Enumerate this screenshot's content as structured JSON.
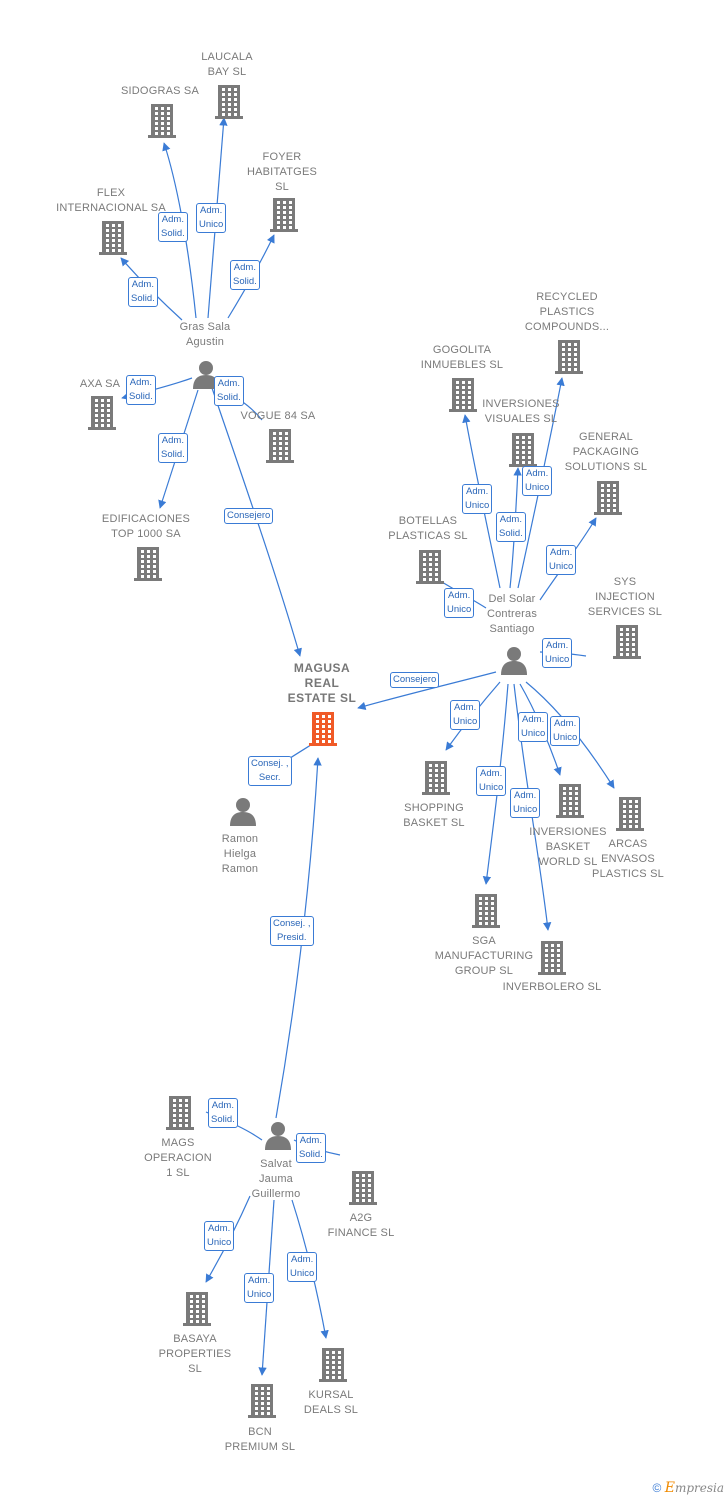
{
  "nodes": [
    {
      "id": "sidogras",
      "label": "SIDOGRAS SA"
    },
    {
      "id": "laucala",
      "label": "LAUCALA\nBAY  SL"
    },
    {
      "id": "foyer",
      "label": "FOYER\nHABITATGES\nSL"
    },
    {
      "id": "flex",
      "label": "FLEX\nINTERNACIONAL SA"
    },
    {
      "id": "gras",
      "label": "Gras Sala\nAgustin"
    },
    {
      "id": "axa",
      "label": "AXA SA"
    },
    {
      "id": "vogue",
      "label": "VOGUE 84 SA"
    },
    {
      "id": "edificaciones",
      "label": "EDIFICACIONES\nTOP 1000 SA"
    },
    {
      "id": "recycled",
      "label": "RECYCLED\nPLASTICS\nCOMPOUNDS..."
    },
    {
      "id": "gogolita",
      "label": "GOGOLITA\nINMUEBLES  SL"
    },
    {
      "id": "invvisuales",
      "label": "INVERSIONES\nVISUALES  SL"
    },
    {
      "id": "general",
      "label": "GENERAL\nPACKAGING\nSOLUTIONS  SL"
    },
    {
      "id": "botellas",
      "label": "BOTELLAS\nPLASTICAS SL"
    },
    {
      "id": "delsolar",
      "label": "Del Solar\nContreras\nSantiago"
    },
    {
      "id": "sys",
      "label": "SYS\nINJECTION\nSERVICES  SL"
    },
    {
      "id": "magusa",
      "label": "MAGUSA\nREAL\nESTATE  SL"
    },
    {
      "id": "ramon",
      "label": "Ramon\nHielga\nRamon"
    },
    {
      "id": "shopping",
      "label": "SHOPPING\nBASKET SL"
    },
    {
      "id": "invbasket",
      "label": "INVERSIONES\nBASKET\nWORLD  SL"
    },
    {
      "id": "arcas",
      "label": "ARCAS\nENVASOS\nPLASTICS SL"
    },
    {
      "id": "sga",
      "label": "SGA\nMANUFACTURING\nGROUP  SL"
    },
    {
      "id": "inverbolero",
      "label": "INVERBOLERO SL"
    },
    {
      "id": "mags",
      "label": "MAGS\nOPERACION\n1  SL"
    },
    {
      "id": "salvat",
      "label": "Salvat\nJauma\nGuillermo"
    },
    {
      "id": "a2g",
      "label": "A2G\nFINANCE SL"
    },
    {
      "id": "basaya",
      "label": "BASAYA\nPROPERTIES\nSL"
    },
    {
      "id": "kursal",
      "label": "KURSAL\nDEALS  SL"
    },
    {
      "id": "bcn",
      "label": "BCN\nPREMIUM SL"
    }
  ],
  "edge_labels": [
    "Adm.\nSolid.",
    "Adm.\nUnico",
    "Adm.\nSolid.",
    "Adm.\nSolid.",
    "Adm.\nSolid.",
    "Adm.\nSolid.",
    "Adm.\nSolid.",
    "Consejero",
    "Adm.\nUnico",
    "Adm.\nUnico",
    "Adm.\nSolid.",
    "Adm.\nUnico",
    "Adm.\nUnico",
    "Adm.\nUnico",
    "Consejero",
    "Adm.\nUnico",
    "Adm.\nUnico",
    "Adm.\nUnico",
    "Adm.\nUnico",
    "Adm.\nUnico",
    "Consej. ,\nSecr.",
    "Consej. ,\nPresid.",
    "Adm.\nSolid.",
    "Adm.\nSolid.",
    "Adm.\nUnico",
    "Adm.\nUnico",
    "Adm.\nUnico"
  ],
  "footer": {
    "copyright": "©",
    "brand_initial": "E",
    "brand_rest": "mpresia"
  },
  "colors": {
    "edge": "#3a7bd5",
    "building": "#7a7a7a",
    "highlight": "#f05a28",
    "person": "#7a7a7a"
  }
}
